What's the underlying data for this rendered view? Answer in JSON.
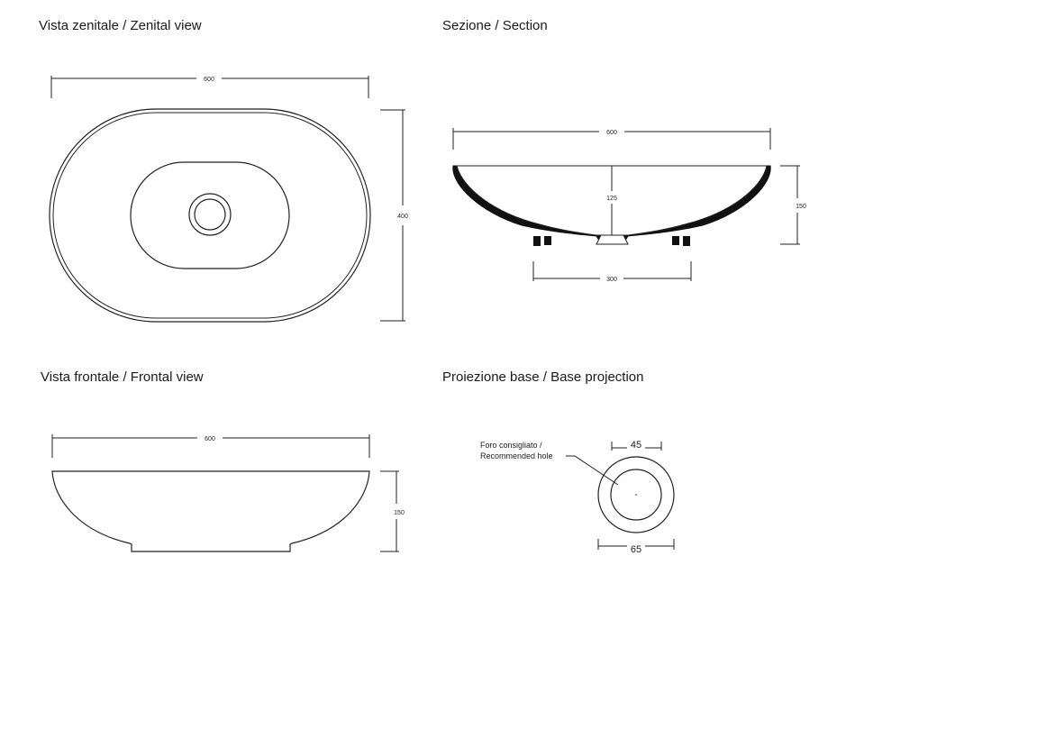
{
  "views": {
    "zenital": {
      "title": "Vista zenitale / Zenital view",
      "width": "600",
      "depth": "400"
    },
    "section": {
      "title": "Sezione / Section",
      "width": "600",
      "height": "150",
      "inner_depth": "125",
      "base": "300"
    },
    "frontal": {
      "title": "Vista frontale / Frontal view",
      "width": "600",
      "height": "150"
    },
    "base_projection": {
      "title": "Proiezione base / Base projection",
      "hole_note_line1": "Foro consigliato /",
      "hole_note_line2": "Recommended hole",
      "inner_diameter": "45",
      "outer_diameter": "65"
    }
  }
}
